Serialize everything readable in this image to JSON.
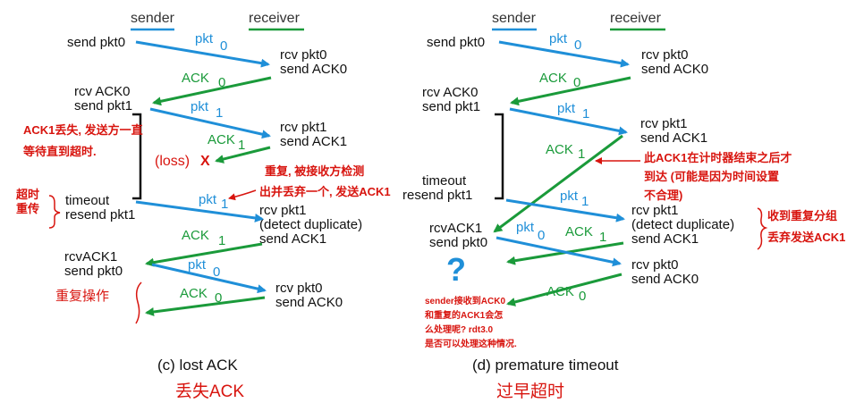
{
  "colors": {
    "sender": "#1f8fd8",
    "receiver": "#1a9a3a",
    "note": "#d8150f",
    "timer": "#111111"
  },
  "left": {
    "header_sender": "sender",
    "header_receiver": "receiver",
    "s_send_pkt0": "send pkt0",
    "r_rcv_pkt0": "rcv pkt0",
    "r_send_ack0": "send ACK0",
    "s_rcv_ack0": "rcv ACK0",
    "s_send_pkt1": "send pkt1",
    "r_rcv_pkt1": "rcv pkt1",
    "r_send_ack1": "send ACK1",
    "loss": "(loss)",
    "loss_x": "X",
    "s_timeout": "timeout",
    "s_resend_pkt1": "resend pkt1",
    "r_rcv_pkt1_b": "rcv pkt1",
    "r_detect_dup": "(detect duplicate)",
    "r_send_ack1_b": "send ACK1",
    "s_rcvack1": "rcvACK1",
    "s_send_pkt0_b": "send pkt0",
    "r_rcv_pkt0_b": "rcv pkt0",
    "r_send_ack0_b": "send ACK0",
    "pkt0": "pkt",
    "pkt0_sub": "0",
    "ack0": "ACK",
    "ack0_sub": "0",
    "pkt1": "pkt",
    "pkt1_sub": "1",
    "ack1": "ACK",
    "ack1_sub": "1",
    "pkt1b": "pkt",
    "pkt1b_sub": "1",
    "ack1b": "ACK",
    "ack1b_sub": "1",
    "pkt0b": "pkt",
    "pkt0b_sub": "0",
    "ack0b": "ACK",
    "ack0b_sub": "0",
    "caption": "(c) lost ACK",
    "caption_cn": "丢失ACK",
    "note_ack_lost_1": "ACK1丢失, 发送方一直",
    "note_ack_lost_2": "等待直到超时.",
    "note_timeout_1": "超时",
    "note_timeout_2": "重传",
    "note_dup_1": "重复, 被接收方检测",
    "note_dup_2": "出并丢弃一个, 发送ACK1",
    "note_repeat": "重复操作"
  },
  "right": {
    "header_sender": "sender",
    "header_receiver": "receiver",
    "s_send_pkt0": "send pkt0",
    "r_rcv_pkt0": "rcv pkt0",
    "r_send_ack0": "send ACK0",
    "s_rcv_ack0": "rcv ACK0",
    "s_send_pkt1": "send pkt1",
    "r_rcv_pkt1": "rcv pkt1",
    "r_send_ack1": "send ACK1",
    "s_timeout": "timeout",
    "s_resend_pkt1": "resend pkt1",
    "r_rcv_pkt1_b": "rcv pkt1",
    "r_detect_dup": "(detect duplicate)",
    "r_send_ack1_b": "send ACK1",
    "s_rcvack1": "rcvACK1",
    "s_send_pkt0_b": "send pkt0",
    "r_rcv_pkt0_b": "rcv pkt0",
    "r_send_ack0_b": "send ACK0",
    "pkt0": "pkt",
    "pkt0_sub": "0",
    "ack0": "ACK",
    "ack0_sub": "0",
    "pkt1": "pkt",
    "pkt1_sub": "1",
    "ack1": "ACK",
    "ack1_sub": "1",
    "pkt1b": "pkt",
    "pkt1b_sub": "1",
    "ack1b": "ACK",
    "ack1b_sub": "1",
    "pkt0b": "pkt",
    "pkt0b_sub": "0",
    "ack0b": "ACK",
    "ack0b_sub": "0",
    "caption": "(d) premature timeout",
    "caption_cn": "过早超时",
    "note_arrive_1": "此ACK1在计时器结束之后才",
    "note_arrive_2": "到达 (可能是因为时间设置",
    "note_arrive_3": "不合理)",
    "note_dup_1": "收到重复分组",
    "note_dup_2": "丢弃发送ACK1",
    "question_mark": "?",
    "note_q_1": "sender接收到ACK0",
    "note_q_2": "和重复的ACK1会怎",
    "note_q_3": "么处理呢? rdt3.0",
    "note_q_4": "是否可以处理这种情况."
  }
}
